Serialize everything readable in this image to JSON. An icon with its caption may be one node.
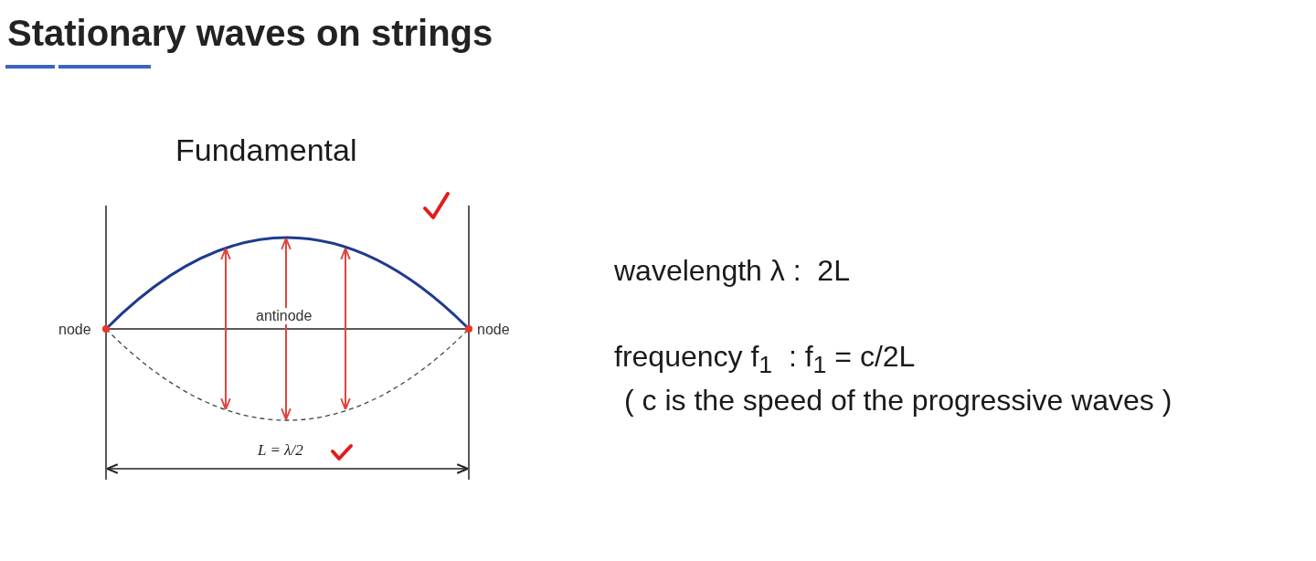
{
  "diagram": {
    "title": "Stationary waves on strings",
    "labels": [
      "Fundamental",
      "node",
      "antinode",
      "node",
      "L = λ/2",
      "wavelength λ :  2L",
      "frequency f$_{1}$  : f$_{1}$ = c/2L",
      "( c is the speed of the progressive waves )"
    ]
  }
}
